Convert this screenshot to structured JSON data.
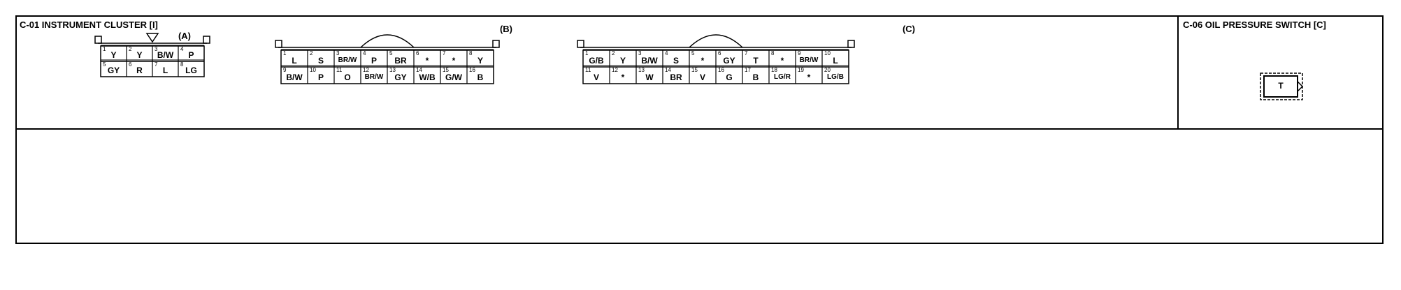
{
  "connectors": [
    {
      "id": "c01a",
      "title": "C-01 INSTRUMENT CLUSTER [I]",
      "sub": "(A)",
      "cols": 4,
      "rows": [
        [
          {
            "pin": "1",
            "wire": "Y"
          },
          {
            "pin": "2",
            "wire": "Y"
          },
          {
            "pin": "3",
            "wire": "B/W"
          },
          {
            "pin": "4",
            "wire": "P"
          }
        ],
        [
          {
            "pin": "5",
            "wire": "GY"
          },
          {
            "pin": "6",
            "wire": "R"
          },
          {
            "pin": "7",
            "wire": "L"
          },
          {
            "pin": "8",
            "wire": "LG"
          }
        ]
      ]
    },
    {
      "id": "c01b",
      "title": "",
      "sub": "(B)",
      "cols": 8,
      "rows": [
        [
          {
            "pin": "1",
            "wire": "L"
          },
          {
            "pin": "2",
            "wire": "S"
          },
          {
            "pin": "3",
            "wire": "BR/W"
          },
          {
            "pin": "4",
            "wire": "P"
          },
          {
            "pin": "5",
            "wire": "BR"
          },
          {
            "pin": "6",
            "wire": "*"
          },
          {
            "pin": "7",
            "wire": "*"
          },
          {
            "pin": "8",
            "wire": "Y"
          }
        ],
        [
          {
            "pin": "9",
            "wire": "B/W"
          },
          {
            "pin": "10",
            "wire": "P"
          },
          {
            "pin": "11",
            "wire": "O"
          },
          {
            "pin": "12",
            "wire": "BR/W"
          },
          {
            "pin": "13",
            "wire": "GY"
          },
          {
            "pin": "14",
            "wire": "W/B"
          },
          {
            "pin": "15",
            "wire": "G/W"
          },
          {
            "pin": "16",
            "wire": "B"
          }
        ]
      ]
    },
    {
      "id": "c01c",
      "title": "",
      "sub": "(C)",
      "cols": 10,
      "rows": [
        [
          {
            "pin": "1",
            "wire": "G/B"
          },
          {
            "pin": "2",
            "wire": "Y"
          },
          {
            "pin": "3",
            "wire": "B/W"
          },
          {
            "pin": "4",
            "wire": "S"
          },
          {
            "pin": "5",
            "wire": "*"
          },
          {
            "pin": "6",
            "wire": "GY"
          },
          {
            "pin": "7",
            "wire": "T"
          },
          {
            "pin": "8",
            "wire": "*"
          },
          {
            "pin": "9",
            "wire": "BR/W"
          },
          {
            "pin": "10",
            "wire": "L"
          }
        ],
        [
          {
            "pin": "11",
            "wire": "V"
          },
          {
            "pin": "12",
            "wire": "*"
          },
          {
            "pin": "13",
            "wire": "W"
          },
          {
            "pin": "14",
            "wire": "BR"
          },
          {
            "pin": "15",
            "wire": "V"
          },
          {
            "pin": "16",
            "wire": "G"
          },
          {
            "pin": "17",
            "wire": "B"
          },
          {
            "pin": "18",
            "wire": "LG/R"
          },
          {
            "pin": "19",
            "wire": "*"
          },
          {
            "pin": "20",
            "wire": "LG/B"
          }
        ]
      ]
    }
  ],
  "oil_switch": {
    "title": "C-06 OIL PRESSURE SWITCH [C]",
    "wire": "T"
  }
}
